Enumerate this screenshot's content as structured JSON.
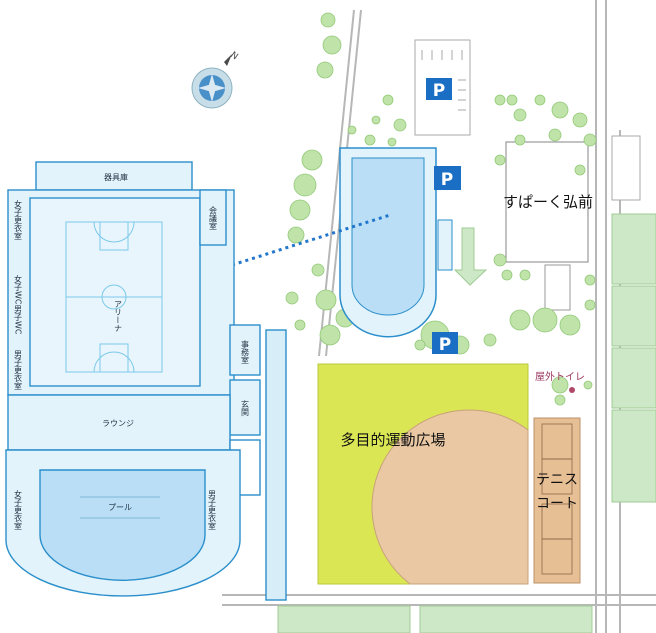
{
  "labels": {
    "equipment_storage": "器具庫",
    "meeting_room": "会議室",
    "womens_locker_top": "女子更衣室",
    "womens_wc": "女子WC",
    "mens_wc": "男子WC",
    "mens_locker_left": "男子更衣室",
    "arena": "アリーナ",
    "office": "事務室",
    "entrance": "玄関",
    "lounge": "ラウンジ",
    "pool": "プール",
    "womens_locker_bottom": "女子更衣室",
    "mens_locker_bottom": "男子更衣室",
    "supark": "すぱーく弘前",
    "multi_field": "多目的運動広場",
    "outdoor_toilet": "屋外トイレ",
    "tennis_line1": "テニス",
    "tennis_line2": "コート",
    "parking_1": "P",
    "parking_2": "P",
    "parking_3": "P",
    "compass_n": "N"
  },
  "colors": {
    "building_fill": "#e3f3fb",
    "building_line": "#2b8fcb",
    "pool_water": "#b9def5",
    "field_yellow": "#dbe655",
    "infield_tan": "#e9c8a3",
    "tennis_fill": "#e6bf94",
    "grass": "#cde8c6",
    "tree": "#bfe3a8",
    "road": "#b7b7b7",
    "parking_blue": "#1a6fc4",
    "dotted_line": "#2277cc"
  }
}
